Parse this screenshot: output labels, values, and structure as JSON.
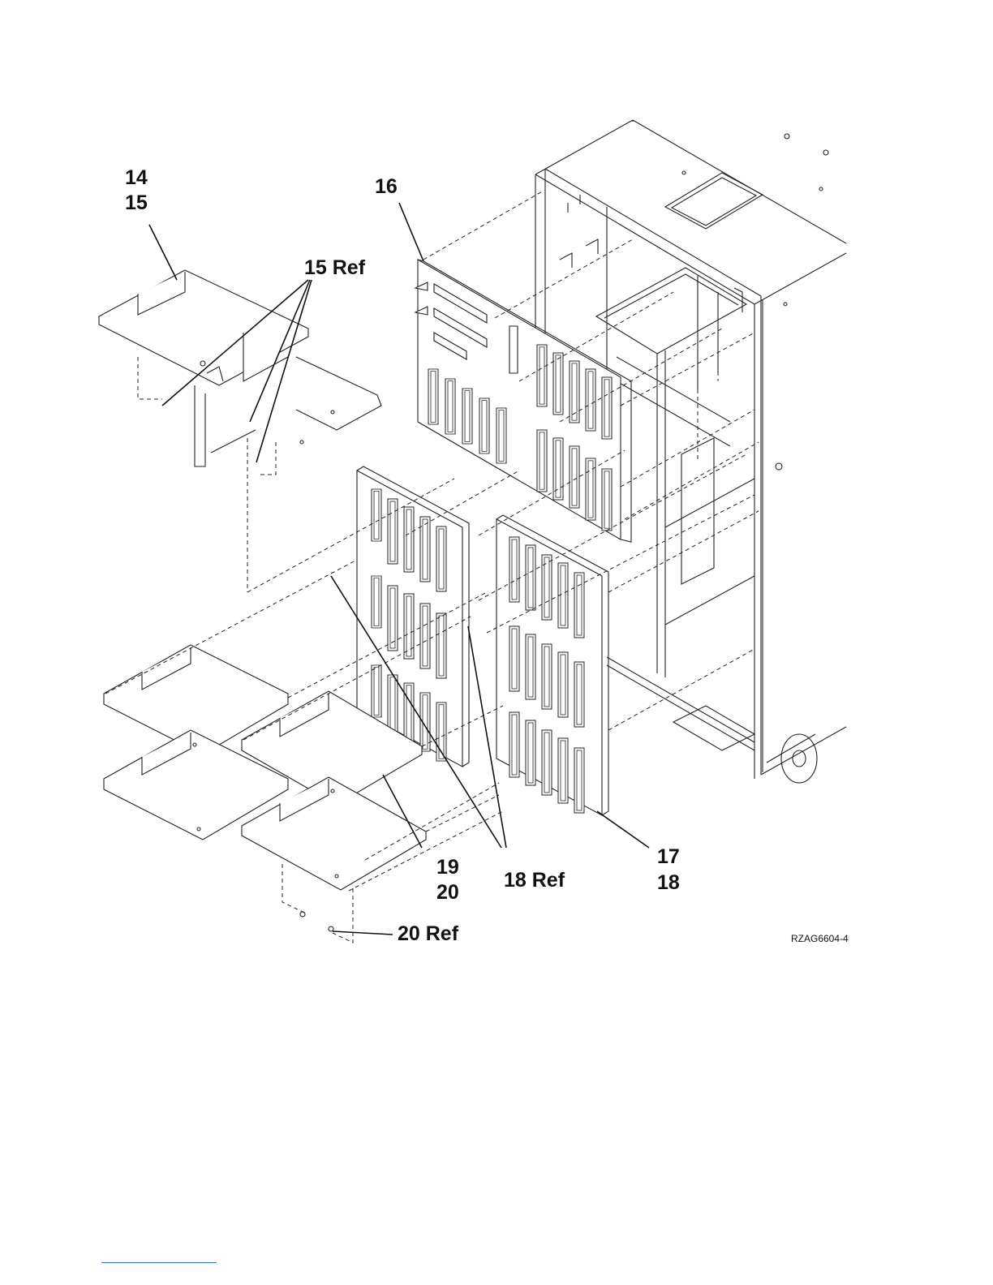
{
  "callouts": {
    "c14": "14",
    "c15": "15",
    "c16": "16",
    "c15ref": "15 Ref",
    "c17": "17",
    "c18": "18",
    "c18ref": "18 Ref",
    "c19": "19",
    "c20": "20",
    "c20ref": "20 Ref"
  },
  "figure_id": "RZAG6604-4",
  "colors": {
    "line": "#222222",
    "footer_rule": "#2f6fc4"
  }
}
